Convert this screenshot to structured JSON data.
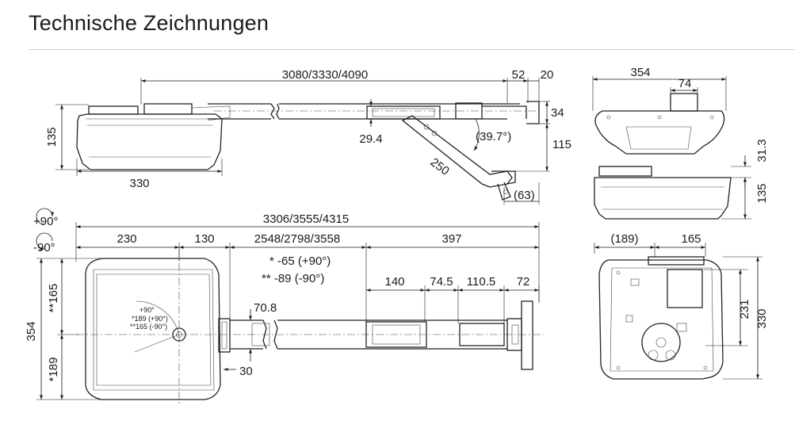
{
  "page": {
    "title": "Technische Zeichnungen"
  },
  "side_view": {
    "rail_length": "3080/3330/4090",
    "dim_52": "52",
    "dim_20": "20",
    "dim_34": "34",
    "dim_115": "115",
    "dim_135": "135",
    "dim_330": "330",
    "dim_29_4": "29.4",
    "arm_250": "250",
    "angle": "(39.7°)",
    "dim_63": "(63)"
  },
  "top_view": {
    "rot_plus": "+90°",
    "rot_minus": "-90°",
    "overall": "3306/3555/4315",
    "dim_230": "230",
    "dim_130": "130",
    "dim_2548": "2548/2798/3558",
    "dim_397": "397",
    "note_1": "* -65 (+90°)",
    "note_2": "** -89 (-90°)",
    "dim_140": "140",
    "dim_74_5": "74.5",
    "dim_110_5": "110.5",
    "dim_72": "72",
    "dim_70_8": "70.8",
    "dim_30": "30",
    "dim_354": "354",
    "dim_165": "**165",
    "dim_189": "*189",
    "inner_1": "+90°",
    "inner_2": "*189 (+90°)",
    "inner_3": "**165 (-90°)"
  },
  "front_view": {
    "dim_354": "354",
    "dim_74": "74",
    "dim_31_3": "31.3",
    "dim_135": "135"
  },
  "bottom_view": {
    "dim_189": "(189)",
    "dim_165": "165",
    "dim_231": "231",
    "dim_330": "330"
  }
}
